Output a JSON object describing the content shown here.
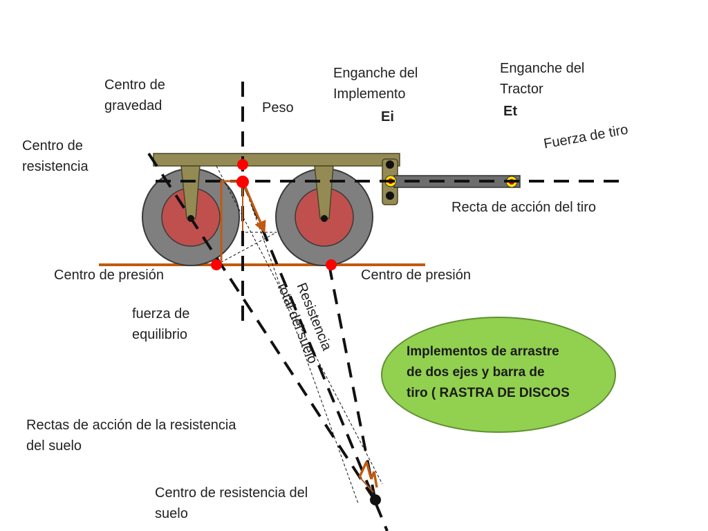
{
  "labels": {
    "centro_gravedad": "Centro de\ngravedad",
    "centro_resistencia": "Centro de\nresistencia",
    "peso": "Peso",
    "enganche_implemento": "Enganche del\nImplemento",
    "enganche_implemento_code": "Ei",
    "enganche_tractor": "Enganche del\nTractor",
    "enganche_tractor_code": "Et",
    "fuerza_tiro": "Fuerza de tiro",
    "recta_accion_tiro": "Recta de acción del tiro",
    "centro_presion_left": "Centro de presión",
    "centro_presion_right": "Centro de presión",
    "fuerza_equilibrio": "fuerza de\nequilibrio",
    "resistencia_total": "Resistencia\ntotal del suelo",
    "rectas_accion": "Rectas de acción de la resistencia\ndel suelo",
    "centro_resistencia_suelo": "Centro de resistencia del\nsuelo"
  },
  "callout": {
    "text": "Implementos de arrastre\nde  dos ejes y barra de\ntiro ( RASTRA DE DISCOS"
  },
  "colors": {
    "frame": "#948a54",
    "frame_stroke": "#4a4526",
    "tire": "#7f7f7f",
    "hub": "#c0504d",
    "ground": "#c05a11",
    "point": "#ff0000",
    "arrow": "#c05a11",
    "bubble": "#92d050"
  }
}
